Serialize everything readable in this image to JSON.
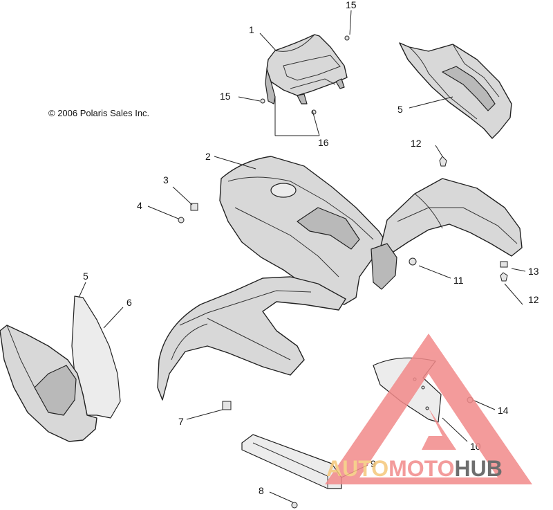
{
  "copyright": "© 2006 Polaris Sales Inc.",
  "callouts": {
    "c1": "1",
    "c2": "2",
    "c3": "3",
    "c4": "4",
    "c5a": "5",
    "c5b": "5",
    "c6": "6",
    "c7": "7",
    "c8": "8",
    "c9": "9",
    "c10": "10",
    "c11": "11",
    "c12a": "12",
    "c12b": "12",
    "c13": "13",
    "c14": "14",
    "c15a": "15",
    "c15b": "15",
    "c16": "16"
  },
  "watermark": {
    "part1": "AUTO",
    "part2": "MOTO",
    "part3": "HUB",
    "colors": {
      "triangle": "#f28a8a",
      "auto": "#f5c77a",
      "moto": "#f28a8a",
      "hub": "#555555"
    }
  }
}
